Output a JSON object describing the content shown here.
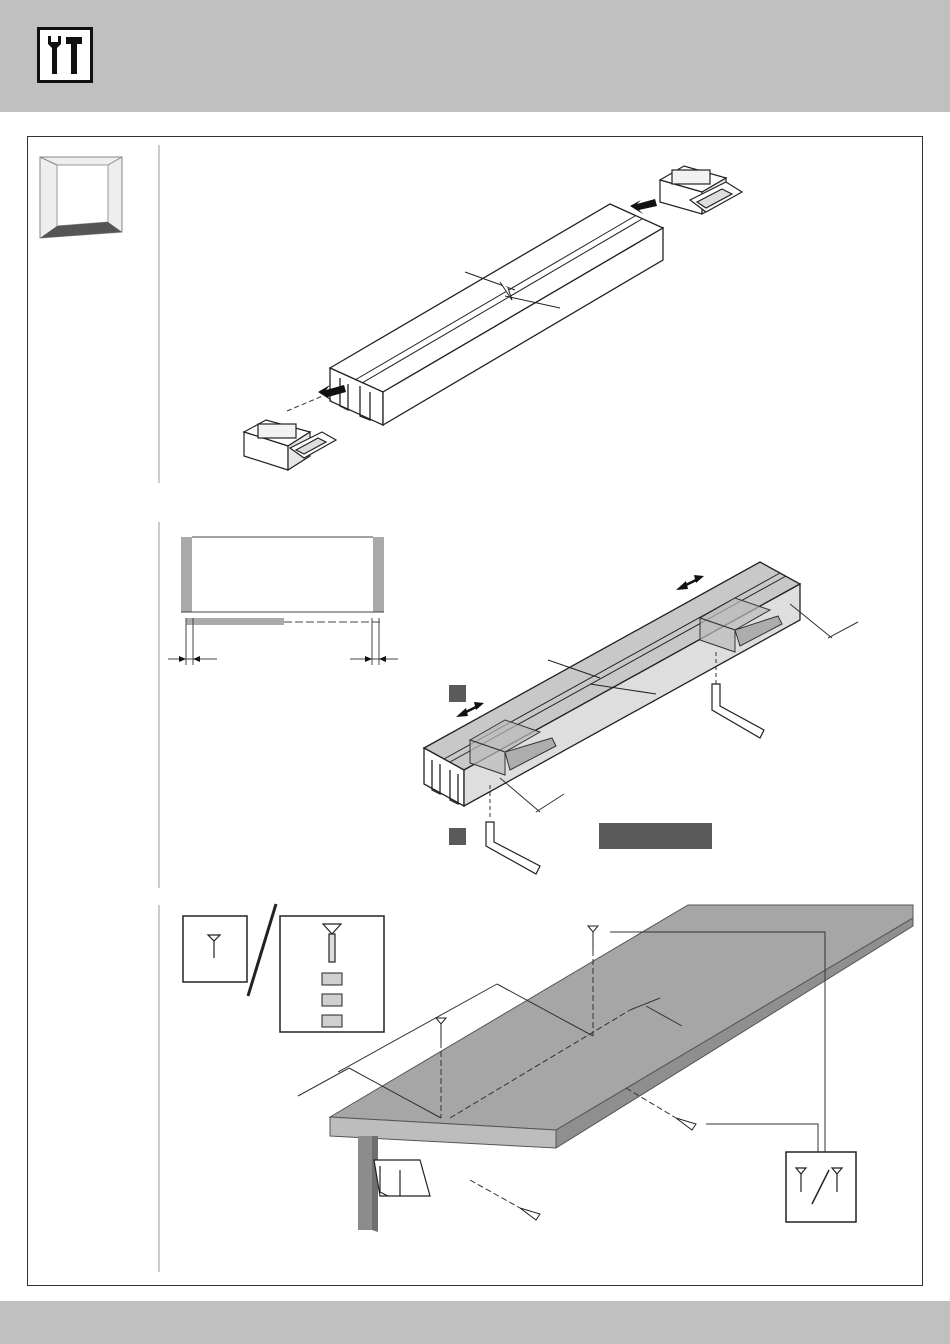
{
  "header": {
    "icon": "tools-icon"
  },
  "sidebar": {
    "icon": "window-recess-icon"
  },
  "steps": [
    {
      "id": "step-1",
      "icon": "clip-insertion"
    },
    {
      "id": "step-2",
      "icon": "clip-adjustment",
      "markers": [
        "",
        ""
      ]
    },
    {
      "id": "step-3",
      "icon": "screw-mounting"
    }
  ],
  "colors": {
    "band": "#c0c0c0",
    "rail": "#ffffff",
    "board": "#a6a6a6",
    "wall": "#8c8c8c",
    "marker": "#5a5a5a",
    "line": "#222222"
  }
}
